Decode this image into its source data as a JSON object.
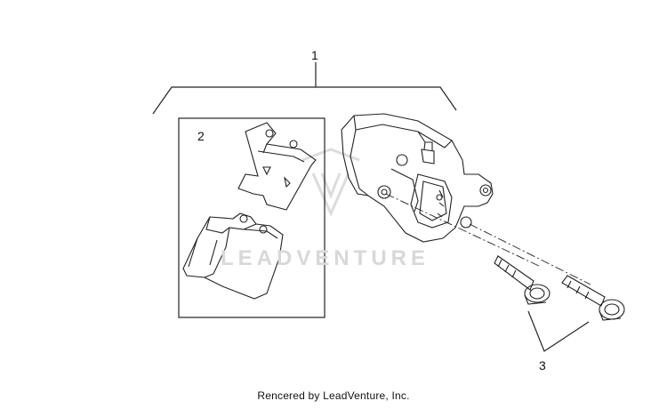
{
  "callouts": {
    "assembly": "1",
    "pads": "2",
    "bolts": "3"
  },
  "watermark": "LEADVENTURE",
  "footer": "Rencered by LeadVenture, Inc.",
  "colors": {
    "line": "#222222",
    "watermark": "#d8d8d8",
    "background": "#ffffff"
  }
}
